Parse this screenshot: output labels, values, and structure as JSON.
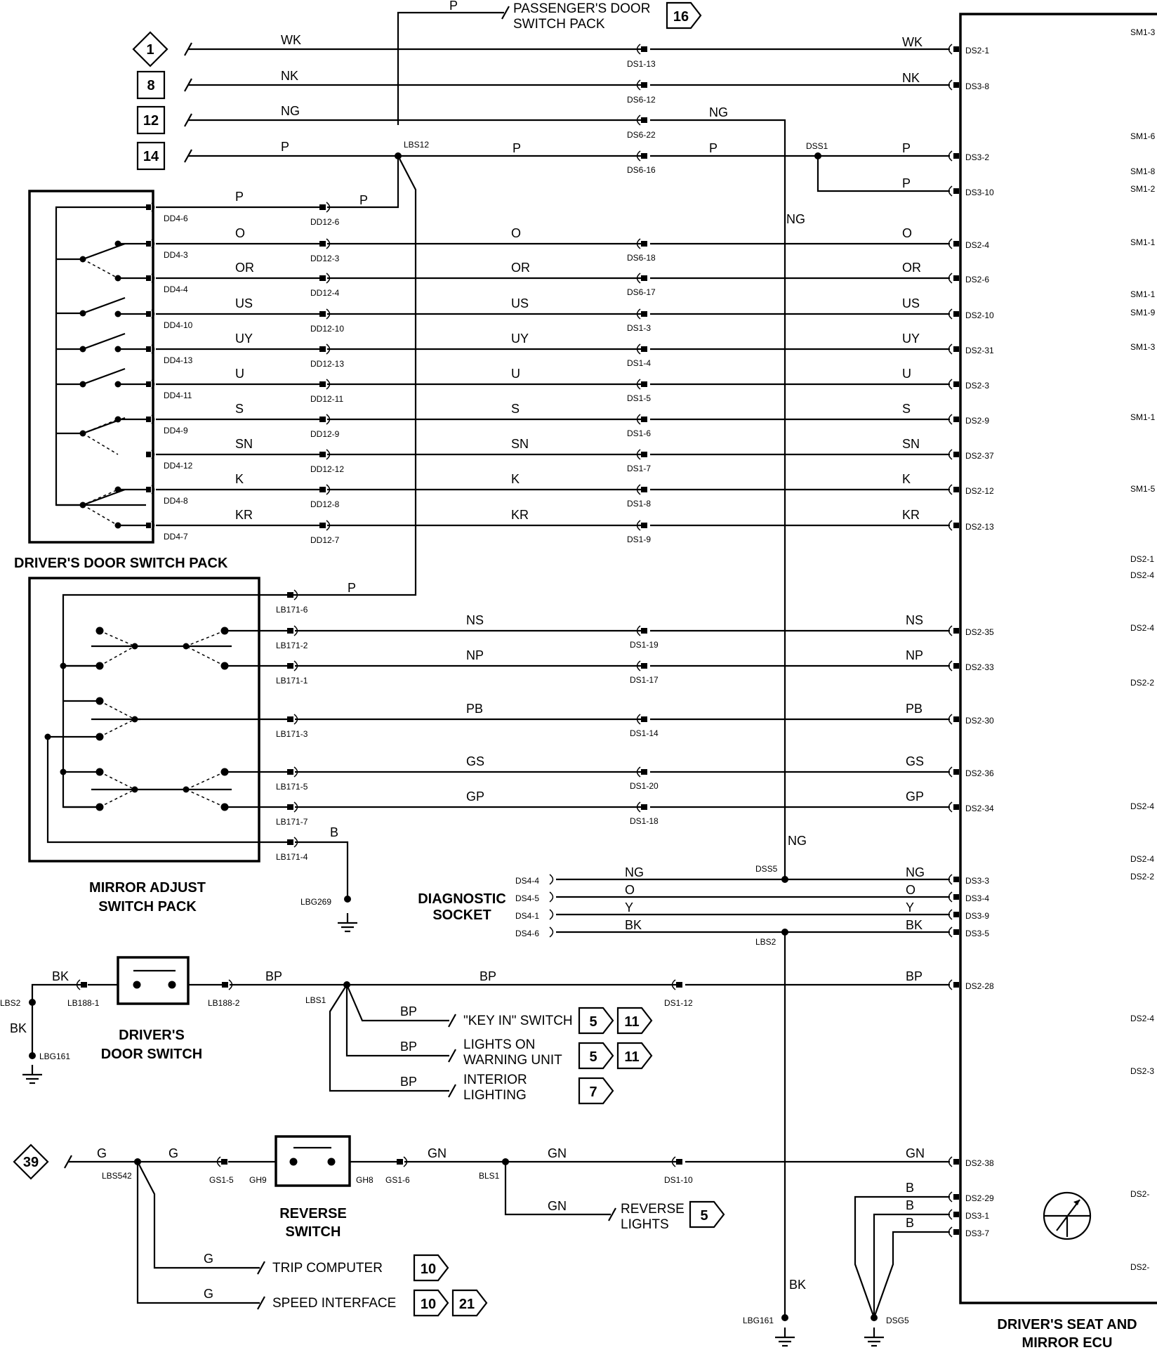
{
  "diagram": {
    "ecu_title": [
      "DRIVER'S SEAT AND",
      "MIRROR ECU"
    ],
    "ecu_right_labels": [
      "SM1-3",
      "SM1-6",
      "SM1-8",
      "SM1-2",
      "SM1-1",
      "SM1-1",
      "SM1-9",
      "SM1-3",
      "SM1-1",
      "SM1-5",
      "DS2-1",
      "DS2-4",
      "DS2-4",
      "DS2-2",
      "DS2-4",
      "DS2-4",
      "DS2-2",
      "DS2-4",
      "DS2-3",
      "DS2-",
      "DS2-"
    ],
    "passenger": {
      "label1": "PASSENGER'S DOOR",
      "label2": "SWITCH PACK",
      "ref": "16",
      "wire": "P"
    },
    "refs_left": [
      {
        "num": "1",
        "shape": "diamond"
      },
      {
        "num": "8",
        "shape": "box"
      },
      {
        "num": "12",
        "shape": "box"
      },
      {
        "num": "14",
        "shape": "box"
      }
    ],
    "top_wires": [
      {
        "left": "WK",
        "conn": "DS1-13",
        "right": "WK",
        "ecu": "DS2-1"
      },
      {
        "left": "NK",
        "conn": "DS6-12",
        "right": "NK",
        "ecu": "DS3-8"
      },
      {
        "left": "NG",
        "conn": "DS6-22",
        "right": "NG",
        "ecu": ""
      },
      {
        "left": "P",
        "conn": "DS6-16",
        "right": "P",
        "ecu": "DS3-2"
      }
    ],
    "splices": {
      "lbs12": "LBS12",
      "dss1": "DSS1",
      "dss5": "DSS5",
      "lbs2": "LBS2",
      "lbs1": "LBS1",
      "lbs542": "LBS542",
      "bls1": "BLS1",
      "lbs2_left": "LBS2"
    },
    "dss1_wires": {
      "mid": "P",
      "branch": "P",
      "branch_ecu": "DS3-10"
    },
    "ng_vertical": "NG",
    "door_pack_title": "DRIVER'S DOOR SWITCH PACK",
    "door_rows": [
      {
        "dd4": "DD4-6",
        "w1": "P",
        "dd12": "DD12-6",
        "w2": "P",
        "w3": "",
        "ds": "",
        "w4": "",
        "ecu": ""
      },
      {
        "dd4": "DD4-3",
        "w1": "O",
        "dd12": "DD12-3",
        "w2": "",
        "w3": "O",
        "ds": "DS6-18",
        "w4": "O",
        "ecu": "DS2-4"
      },
      {
        "dd4": "DD4-4",
        "w1": "OR",
        "dd12": "DD12-4",
        "w2": "",
        "w3": "OR",
        "ds": "DS6-17",
        "w4": "OR",
        "ecu": "DS2-6"
      },
      {
        "dd4": "DD4-10",
        "w1": "US",
        "dd12": "DD12-10",
        "w2": "",
        "w3": "US",
        "ds": "DS1-3",
        "w4": "US",
        "ecu": "DS2-10"
      },
      {
        "dd4": "DD4-13",
        "w1": "UY",
        "dd12": "DD12-13",
        "w2": "",
        "w3": "UY",
        "ds": "DS1-4",
        "w4": "UY",
        "ecu": "DS2-31"
      },
      {
        "dd4": "DD4-11",
        "w1": "U",
        "dd12": "DD12-11",
        "w2": "",
        "w3": "U",
        "ds": "DS1-5",
        "w4": "U",
        "ecu": "DS2-3"
      },
      {
        "dd4": "DD4-9",
        "w1": "S",
        "dd12": "DD12-9",
        "w2": "",
        "w3": "S",
        "ds": "DS1-6",
        "w4": "S",
        "ecu": "DS2-9"
      },
      {
        "dd4": "DD4-12",
        "w1": "SN",
        "dd12": "DD12-12",
        "w2": "",
        "w3": "SN",
        "ds": "DS1-7",
        "w4": "SN",
        "ecu": "DS2-37"
      },
      {
        "dd4": "DD4-8",
        "w1": "K",
        "dd12": "DD12-8",
        "w2": "",
        "w3": "K",
        "ds": "DS1-8",
        "w4": "K",
        "ecu": "DS2-12"
      },
      {
        "dd4": "DD4-7",
        "w1": "KR",
        "dd12": "DD12-7",
        "w2": "",
        "w3": "KR",
        "ds": "DS1-9",
        "w4": "KR",
        "ecu": "DS2-13"
      }
    ],
    "mirror_title": [
      "MIRROR ADJUST",
      "SWITCH PACK"
    ],
    "mirror_rows": [
      {
        "lb": "LB171-6",
        "w1": "P",
        "ds": "",
        "w2": "",
        "ecu": ""
      },
      {
        "lb": "LB171-2",
        "w1": "NS",
        "ds": "DS1-19",
        "w2": "NS",
        "ecu": "DS2-35"
      },
      {
        "lb": "LB171-1",
        "w1": "NP",
        "ds": "DS1-17",
        "w2": "NP",
        "ecu": "DS2-33"
      },
      {
        "lb": "LB171-3",
        "w1": "PB",
        "ds": "DS1-14",
        "w2": "PB",
        "ecu": "DS2-30"
      },
      {
        "lb": "LB171-5",
        "w1": "GS",
        "ds": "DS1-20",
        "w2": "GS",
        "ecu": "DS2-36"
      },
      {
        "lb": "LB171-7",
        "w1": "GP",
        "ds": "DS1-18",
        "w2": "GP",
        "ecu": "DS2-34"
      },
      {
        "lb": "LB171-4",
        "w1": "B",
        "ds": "",
        "w2": "",
        "ecu": ""
      }
    ],
    "lbg269": "LBG269",
    "diag_title": [
      "DIAGNOSTIC",
      "SOCKET"
    ],
    "diag_rows": [
      {
        "pin": "DS4-4",
        "w1": "NG",
        "w2": "NG",
        "ecu": "DS3-3"
      },
      {
        "pin": "DS4-5",
        "w1": "O",
        "w2": "O",
        "ecu": "DS3-4"
      },
      {
        "pin": "DS4-1",
        "w1": "Y",
        "w2": "Y",
        "ecu": "DS3-9"
      },
      {
        "pin": "DS4-6",
        "w1": "BK",
        "w2": "BK",
        "ecu": "DS3-5"
      }
    ],
    "door_switch": {
      "title": [
        "DRIVER'S",
        "DOOR SWITCH"
      ],
      "w_bk": "BK",
      "c1": "LB188-1",
      "c2": "LB188-2",
      "w_bp": "BP",
      "w_bp2": "BP",
      "ds": "DS1-12",
      "w_bp3": "BP",
      "ecu": "DS2-28",
      "bk_v": "BK",
      "lbg": "LBG161"
    },
    "bp_branches": [
      {
        "wire": "BP",
        "label": [
          "\"KEY IN\" SWITCH"
        ],
        "refs": [
          "5",
          "11"
        ]
      },
      {
        "wire": "BP",
        "label": [
          "LIGHTS ON",
          "WARNING UNIT"
        ],
        "refs": [
          "5",
          "11"
        ]
      },
      {
        "wire": "BP",
        "label": [
          "INTERIOR",
          "LIGHTING"
        ],
        "refs": [
          "7"
        ]
      }
    ],
    "reverse": {
      "ref": "39",
      "w1": "G",
      "w2": "G",
      "gs15": "GS1-5",
      "gh9": "GH9",
      "gh8": "GH8",
      "gs16": "GS1-6",
      "w3": "GN",
      "w4": "GN",
      "ds": "DS1-10",
      "w5": "GN",
      "ecu": "DS2-38",
      "title": [
        "REVERSE",
        "SWITCH"
      ]
    },
    "reverse_lights": {
      "wire": "GN",
      "label": [
        "REVERSE",
        "LIGHTS"
      ],
      "ref": "5"
    },
    "trip": {
      "wire": "G",
      "label": "TRIP COMPUTER",
      "refs": [
        "10"
      ]
    },
    "speed": {
      "wire": "G",
      "label": "SPEED INTERFACE",
      "refs": [
        "10",
        "21"
      ]
    },
    "ground_rows": [
      {
        "w": "B",
        "ecu": "DS2-29"
      },
      {
        "w": "B",
        "ecu": "DS3-1"
      },
      {
        "w": "B",
        "ecu": "DS3-7"
      }
    ],
    "dsg5": "DSG5",
    "bk_down": "BK",
    "lbg161_bottom": "LBG161"
  }
}
